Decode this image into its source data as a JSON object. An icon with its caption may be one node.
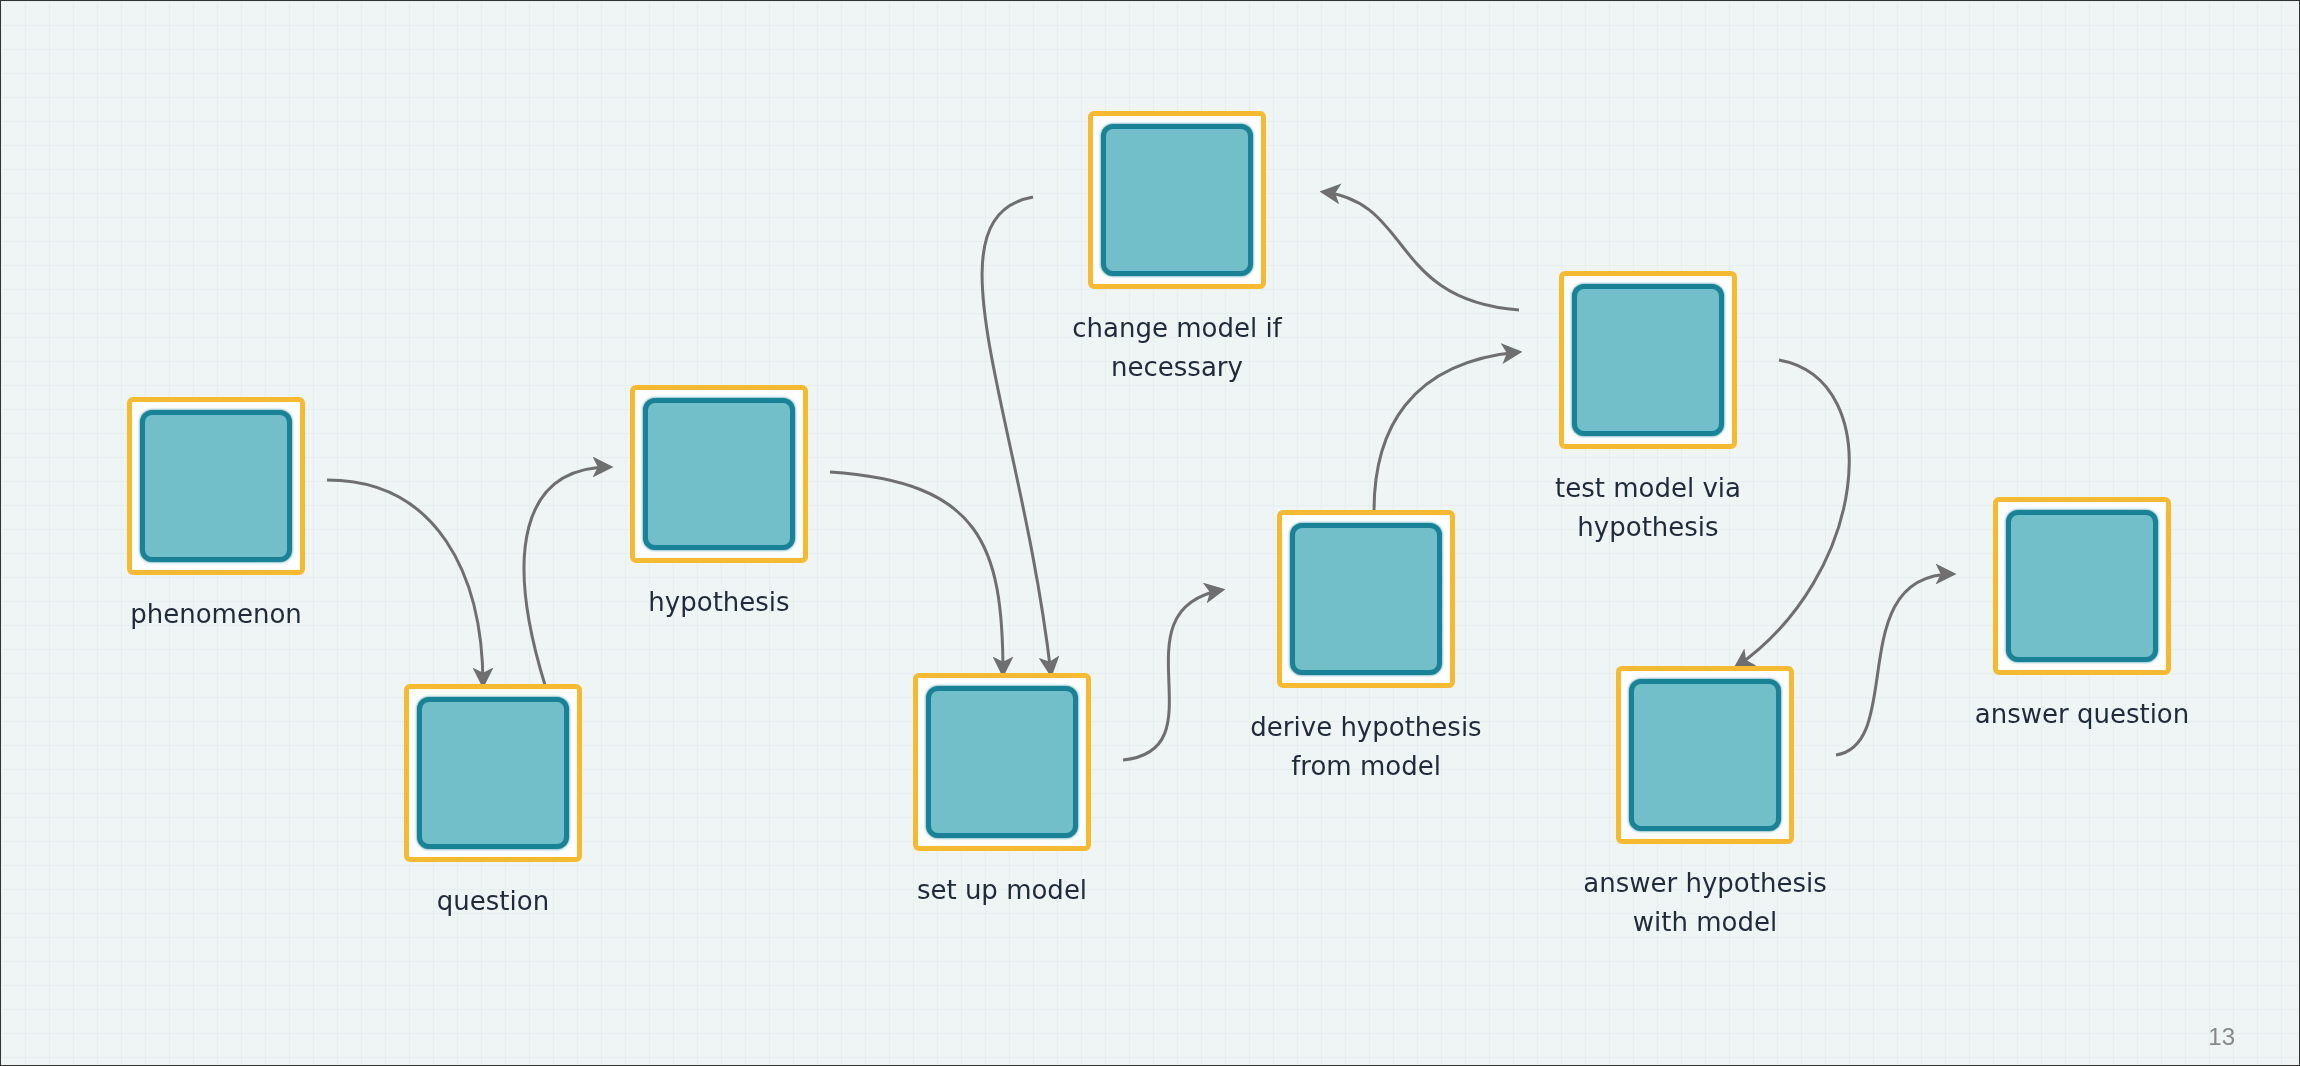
{
  "diagram": {
    "nodes": [
      {
        "text": [
          "phenomenon"
        ]
      },
      {
        "text": [
          "question"
        ]
      },
      {
        "text": [
          "hypothesis"
        ]
      },
      {
        "text": [
          "set up model"
        ]
      },
      {
        "text": [
          "change model if necessary"
        ]
      },
      {
        "text": [
          "derive hypothesis from model"
        ]
      },
      {
        "text": [
          "test model via hypothesis"
        ]
      },
      {
        "text": [
          "answer hypothesis with model"
        ]
      },
      {
        "text": [
          "answer question"
        ]
      }
    ],
    "edges": [
      {
        "from": 0,
        "to": 1,
        "arrow": "to"
      },
      {
        "from": 1,
        "to": 2,
        "arrow": "to"
      },
      {
        "from": 2,
        "to": 3,
        "arrow": "to"
      },
      {
        "from": 4,
        "to": 3,
        "arrow": "to"
      },
      {
        "from": 6,
        "to": 4,
        "arrow": "to"
      },
      {
        "from": 5,
        "to": 6,
        "arrow": "to"
      },
      {
        "from": 3,
        "to": 5,
        "arrow": "to"
      },
      {
        "from": 6,
        "to": 7,
        "arrow": "to"
      },
      {
        "from": 7,
        "to": 8,
        "arrow": "to"
      }
    ],
    "labels": [
      "13"
    ]
  }
}
